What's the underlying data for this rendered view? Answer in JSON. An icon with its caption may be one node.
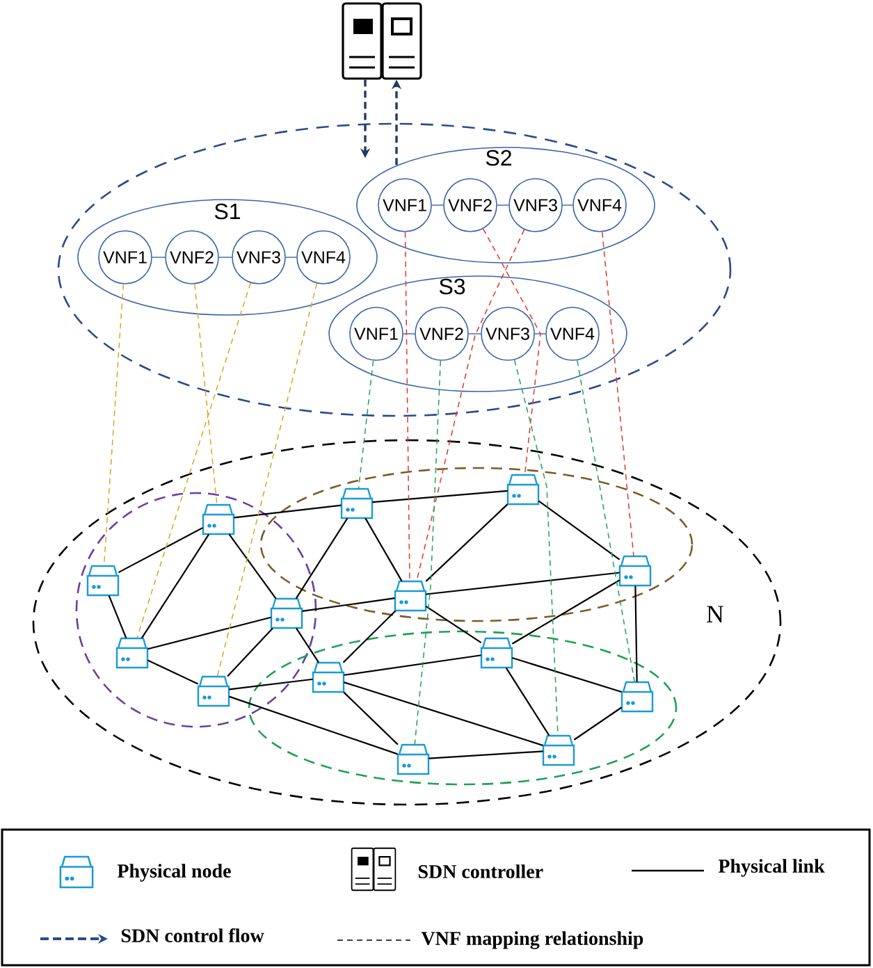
{
  "diagram": {
    "nodes": [
      {
        "text": [],
        "shape": "server"
      },
      {
        "text": [],
        "shape": "ellipse"
      },
      {
        "text": [
          "S1"
        ],
        "in": 1
      },
      {
        "text": [
          "VNF1"
        ],
        "in": 2
      },
      {
        "text": [
          "VNF2"
        ],
        "in": 2
      },
      {
        "text": [
          "VNF3"
        ],
        "in": 2
      },
      {
        "text": [
          "VNF4"
        ],
        "in": 2
      },
      {
        "text": [
          "S2"
        ],
        "in": 1
      },
      {
        "text": [
          "VNF1"
        ],
        "in": 7
      },
      {
        "text": [
          "VNF2"
        ],
        "in": 7
      },
      {
        "text": [
          "VNF3"
        ],
        "in": 7
      },
      {
        "text": [
          "VNF4"
        ],
        "in": 7
      },
      {
        "text": [
          "S3"
        ],
        "in": 1
      },
      {
        "text": [
          "VNF1"
        ],
        "in": 12
      },
      {
        "text": [
          "VNF2"
        ],
        "in": 12
      },
      {
        "text": [
          "VNF3"
        ],
        "in": 12
      },
      {
        "text": [
          "VNF4"
        ],
        "in": 12
      },
      {
        "text": [
          "N"
        ]
      },
      {
        "text": [],
        "shape": "ellipse",
        "in": 17
      },
      {
        "text": [],
        "shape": "ellipse",
        "in": 17
      },
      {
        "text": [],
        "shape": "ellipse",
        "in": 17
      },
      {
        "text": [],
        "shape": "server",
        "in": 18
      },
      {
        "text": [],
        "shape": "server",
        "in": 18
      },
      {
        "text": [],
        "shape": "server",
        "in": 19
      },
      {
        "text": [],
        "shape": "server",
        "in": 19
      },
      {
        "text": [],
        "shape": "server",
        "in": 19
      },
      {
        "text": [],
        "shape": "server",
        "in": 19
      },
      {
        "text": [],
        "shape": "server",
        "in": 18
      },
      {
        "text": [],
        "shape": "server",
        "in": 18
      },
      {
        "text": [],
        "shape": "server",
        "in": 18
      },
      {
        "text": [],
        "shape": "server",
        "in": 20
      },
      {
        "text": [],
        "shape": "server",
        "in": 20
      },
      {
        "text": [],
        "shape": "server",
        "in": 20
      },
      {
        "text": [],
        "shape": "server",
        "in": 20
      },
      {
        "text": [],
        "shape": "server",
        "in": 20
      }
    ],
    "edges": [
      {
        "from": 0,
        "to": 7,
        "arrow": "to",
        "style": "dashed",
        "color": "#1f3a5f"
      },
      {
        "from": 7,
        "to": 0,
        "arrow": "to",
        "style": "dashed",
        "color": "#1f3a5f"
      },
      {
        "from": 3,
        "to": 4,
        "arrow": "none",
        "color": "#3a64a8"
      },
      {
        "from": 4,
        "to": 5,
        "arrow": "none",
        "color": "#3a64a8"
      },
      {
        "from": 5,
        "to": 6,
        "arrow": "none",
        "color": "#3a64a8"
      },
      {
        "from": 8,
        "to": 9,
        "arrow": "none",
        "color": "#3a64a8"
      },
      {
        "from": 9,
        "to": 10,
        "arrow": "none",
        "color": "#3a64a8"
      },
      {
        "from": 10,
        "to": 11,
        "arrow": "none",
        "color": "#3a64a8"
      },
      {
        "from": 13,
        "to": 14,
        "arrow": "none",
        "color": "#3a64a8"
      },
      {
        "from": 14,
        "to": 15,
        "arrow": "none",
        "color": "#3a64a8"
      },
      {
        "from": 15,
        "to": 16,
        "arrow": "none",
        "color": "#3a64a8"
      },
      {
        "from": 21,
        "to": 22,
        "arrow": "none"
      },
      {
        "from": 22,
        "to": 23,
        "arrow": "none"
      },
      {
        "from": 23,
        "to": 24,
        "arrow": "none"
      },
      {
        "from": 22,
        "to": 28,
        "arrow": "none"
      },
      {
        "from": 22,
        "to": 27,
        "arrow": "none"
      },
      {
        "from": 21,
        "to": 28,
        "arrow": "none"
      },
      {
        "from": 28,
        "to": 27,
        "arrow": "none"
      },
      {
        "from": 27,
        "to": 26,
        "arrow": "none"
      },
      {
        "from": 23,
        "to": 27,
        "arrow": "none"
      },
      {
        "from": 23,
        "to": 26,
        "arrow": "none"
      },
      {
        "from": 28,
        "to": 29,
        "arrow": "none"
      },
      {
        "from": 29,
        "to": 27,
        "arrow": "none"
      },
      {
        "from": 27,
        "to": 30,
        "arrow": "none"
      },
      {
        "from": 30,
        "to": 26,
        "arrow": "none"
      },
      {
        "from": 29,
        "to": 30,
        "arrow": "none"
      },
      {
        "from": 30,
        "to": 31,
        "arrow": "none"
      },
      {
        "from": 30,
        "to": 34,
        "arrow": "none"
      },
      {
        "from": 30,
        "to": 33,
        "arrow": "none"
      },
      {
        "from": 29,
        "to": 33,
        "arrow": "none"
      },
      {
        "from": 33,
        "to": 34,
        "arrow": "none"
      },
      {
        "from": 34,
        "to": 32,
        "arrow": "none"
      },
      {
        "from": 31,
        "to": 34,
        "arrow": "none"
      },
      {
        "from": 31,
        "to": 32,
        "arrow": "none"
      },
      {
        "from": 25,
        "to": 32,
        "arrow": "none"
      },
      {
        "from": 31,
        "to": 25,
        "arrow": "none"
      },
      {
        "from": 26,
        "to": 25,
        "arrow": "none"
      },
      {
        "from": 26,
        "to": 24,
        "arrow": "none"
      },
      {
        "from": 24,
        "to": 25,
        "arrow": "none"
      },
      {
        "from": 26,
        "to": 31,
        "arrow": "none"
      },
      {
        "from": 3,
        "to": 21,
        "arrow": "none",
        "style": "dashed",
        "color": "#d9a520"
      },
      {
        "from": 4,
        "to": 22,
        "arrow": "none",
        "style": "dashed",
        "color": "#d9a520"
      },
      {
        "from": 5,
        "to": 28,
        "arrow": "none",
        "style": "dashed",
        "color": "#d9a520"
      },
      {
        "from": 6,
        "to": 29,
        "arrow": "none",
        "style": "dashed",
        "color": "#d9a520"
      },
      {
        "from": 8,
        "to": 26,
        "arrow": "none",
        "style": "dashed",
        "color": "#e0352b"
      },
      {
        "from": 9,
        "to": 24,
        "arrow": "none",
        "style": "dashed",
        "color": "#e0352b"
      },
      {
        "from": 10,
        "to": 26,
        "arrow": "none",
        "style": "dashed",
        "color": "#e0352b"
      },
      {
        "from": 11,
        "to": 25,
        "arrow": "none",
        "style": "dashed",
        "color": "#e0352b"
      },
      {
        "from": 13,
        "to": 23,
        "arrow": "none",
        "style": "dashed",
        "color": "#1fa055"
      },
      {
        "from": 14,
        "to": 33,
        "arrow": "none",
        "style": "dashed",
        "color": "#1fa055"
      },
      {
        "from": 15,
        "to": 34,
        "arrow": "none",
        "style": "dashed",
        "color": "#1fa055"
      },
      {
        "from": 16,
        "to": 32,
        "arrow": "none",
        "style": "dashed",
        "color": "#1fa055"
      }
    ],
    "legend": [
      {
        "text": "Physical node"
      },
      {
        "text": "SDN controller"
      },
      {
        "text": "Physical link"
      },
      {
        "text": "SDN control flow"
      },
      {
        "text": "VNF mapping relationship"
      }
    ]
  }
}
